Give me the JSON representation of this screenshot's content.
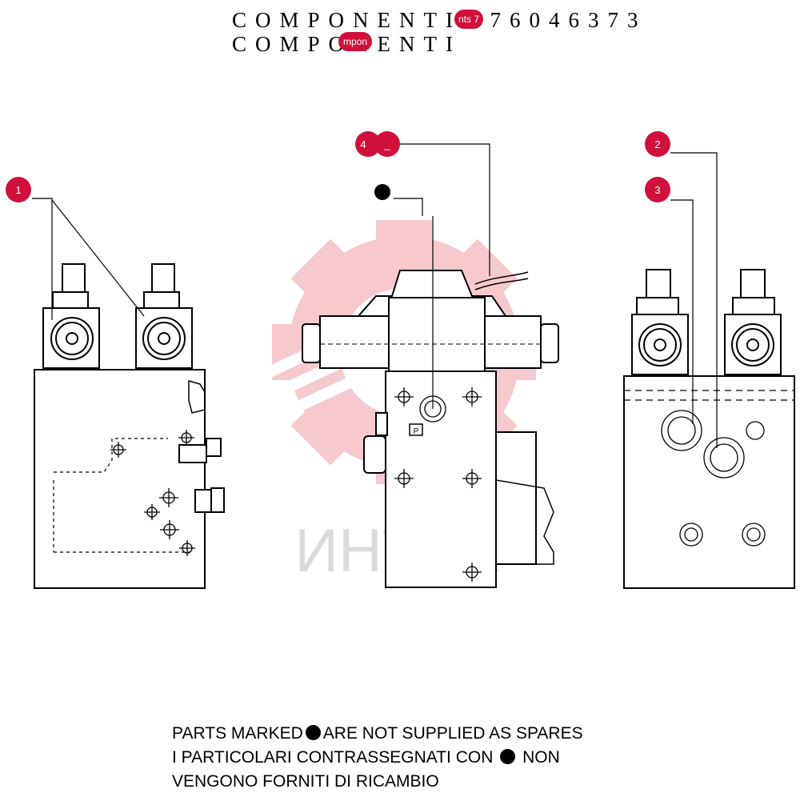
{
  "title": {
    "line1": "COMPONENTI  76046373",
    "line2": "COMPONENTI",
    "badge1": "nts 7",
    "badge2": "mpon"
  },
  "callouts": [
    {
      "id": "1",
      "label": "1"
    },
    {
      "id": "2",
      "label": "2"
    },
    {
      "id": "3",
      "label": "3"
    },
    {
      "id": "4",
      "label": "4"
    },
    {
      "id": "5",
      "label": "_"
    }
  ],
  "watermark": "ИНТЕХ",
  "note": {
    "line1_a": "PARTS MARKED",
    "line1_b": "ARE NOT SUPPLIED AS SPARES",
    "line2_a": "I  PARTICOLARI  CONTRASSEGNATI  CON",
    "line2_b": "NON",
    "line3": "VENGONO FORNITI DI RICAMBIO"
  },
  "colors": {
    "callout": "#d0103a",
    "watermark": "#f6c4c8",
    "line": "#000000"
  }
}
